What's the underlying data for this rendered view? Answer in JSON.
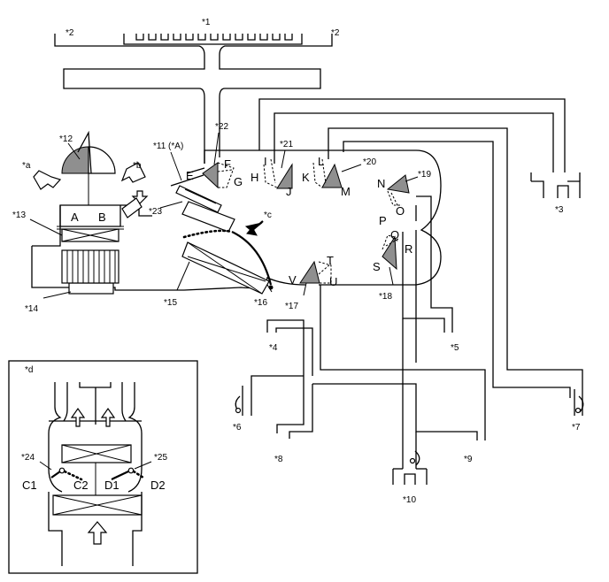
{
  "callouts": {
    "c1": "*1",
    "c2a": "*2",
    "c2b": "*2",
    "c3": "*3",
    "c4": "*4",
    "c5": "*5",
    "c6": "*6",
    "c7": "*7",
    "c8": "*8",
    "c9": "*9",
    "c10": "*10",
    "c11": "*11 (*A)",
    "c12": "*12",
    "c13": "*13",
    "c14": "*14",
    "c15": "*15",
    "c16": "*16",
    "c17": "*17",
    "c18": "*18",
    "c19": "*19",
    "c20": "*20",
    "c21": "*21",
    "c22": "*22",
    "c23": "*23",
    "c24": "*24",
    "c25": "*25",
    "ca": "*a",
    "cb": "*b",
    "cc": "*c",
    "cd": "*d"
  },
  "letters": {
    "A": "A",
    "B": "B",
    "E": "E",
    "F": "F",
    "G": "G",
    "H": "H",
    "I": "I",
    "J": "J",
    "K": "K",
    "L": "L",
    "M": "M",
    "N": "N",
    "O": "O",
    "P": "P",
    "Q": "Q",
    "R": "R",
    "S": "S",
    "T": "T",
    "U": "U",
    "V": "V",
    "C1": "C1",
    "C2": "C2",
    "D1": "D1",
    "D2": "D2"
  }
}
